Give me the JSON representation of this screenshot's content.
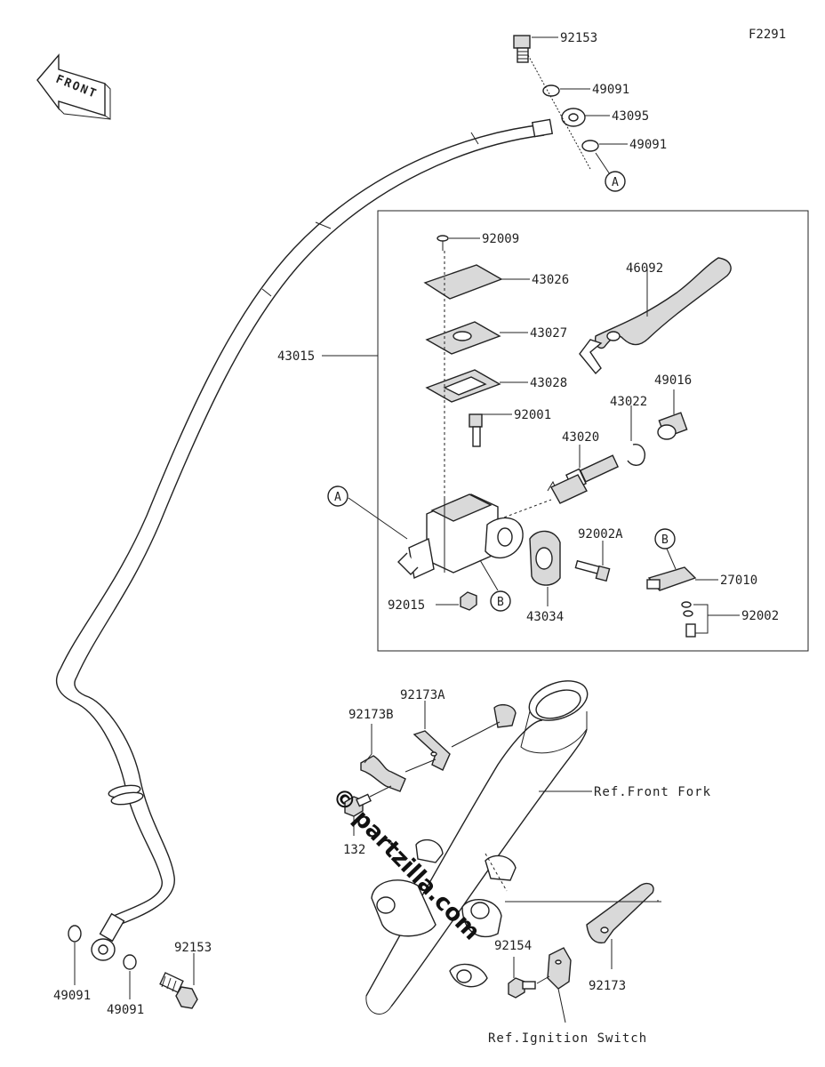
{
  "figure_code": "F2291",
  "front_arrow_label": "FRONT",
  "watermark": "© partzilla.com",
  "callouts": {
    "p92153_top": "92153",
    "p49091_a": "49091",
    "p43095": "43095",
    "p49091_b": "49091",
    "p92009": "92009",
    "p43026": "43026",
    "p43027": "43027",
    "p43028": "43028",
    "p43015": "43015",
    "p46092": "46092",
    "p49016": "49016",
    "p92001": "92001",
    "p43022": "43022",
    "p43020": "43020",
    "p92002A": "92002A",
    "p27010": "27010",
    "p92002": "92002",
    "p92015": "92015",
    "p43034": "43034",
    "p92173A": "92173A",
    "p92173B": "92173B",
    "p132": "132",
    "p49091_c": "49091",
    "p49091_d": "49091",
    "p92153_bot": "92153",
    "p92154": "92154",
    "p92173": "92173"
  },
  "markers": {
    "a_top": "A",
    "a_left": "A",
    "b_left": "B",
    "b_right": "B"
  },
  "refs": {
    "front_fork": "Ref.Front Fork",
    "ignition_switch": "Ref.Ignition Switch"
  }
}
